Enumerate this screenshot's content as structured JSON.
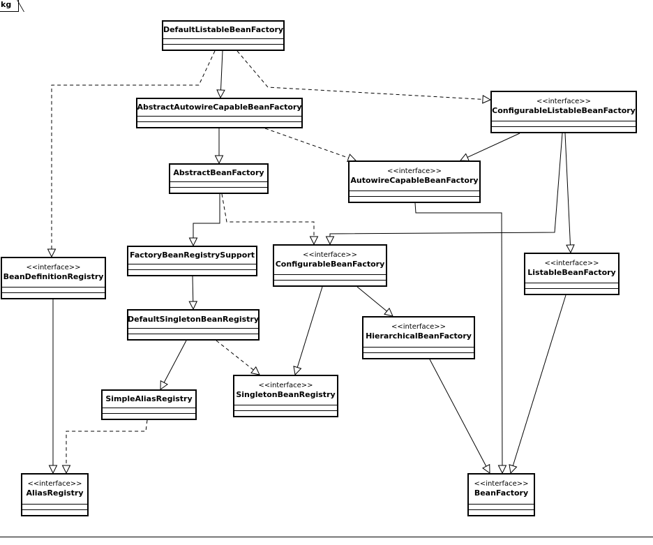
{
  "package": {
    "label": "kg"
  },
  "stereotype": "<<interface>>",
  "classes": {
    "dlbf": {
      "name": "DefaultListableBeanFactory",
      "interface": false
    },
    "aacbf": {
      "name": "AbstractAutowireCapableBeanFactory",
      "interface": false
    },
    "clbf": {
      "name": "ConfigurableListableBeanFactory",
      "interface": true
    },
    "abf": {
      "name": "AbstractBeanFactory",
      "interface": false
    },
    "acbf": {
      "name": "AutowireCapableBeanFactory",
      "interface": true
    },
    "fbrs": {
      "name": "FactoryBeanRegistrySupport",
      "interface": false
    },
    "cbf": {
      "name": "ConfigurableBeanFactory",
      "interface": true
    },
    "bdr": {
      "name": "BeanDefinitionRegistry",
      "interface": true
    },
    "lbf": {
      "name": "ListableBeanFactory",
      "interface": true
    },
    "dsbr": {
      "name": "DefaultSingletonBeanRegistry",
      "interface": false
    },
    "hbf": {
      "name": "HierarchicalBeanFactory",
      "interface": true
    },
    "sar": {
      "name": "SimpleAliasRegistry",
      "interface": false
    },
    "sbr": {
      "name": "SingletonBeanRegistry",
      "interface": true
    },
    "ar": {
      "name": "AliasRegistry",
      "interface": true
    },
    "bf": {
      "name": "BeanFactory",
      "interface": true
    }
  },
  "relations": [
    {
      "from": "dlbf",
      "to": "aacbf",
      "kind": "extends"
    },
    {
      "from": "dlbf",
      "to": "bdr",
      "kind": "implements"
    },
    {
      "from": "dlbf",
      "to": "clbf",
      "kind": "implements"
    },
    {
      "from": "aacbf",
      "to": "abf",
      "kind": "extends"
    },
    {
      "from": "aacbf",
      "to": "acbf",
      "kind": "implements"
    },
    {
      "from": "clbf",
      "to": "acbf",
      "kind": "extends"
    },
    {
      "from": "clbf",
      "to": "cbf",
      "kind": "extends"
    },
    {
      "from": "clbf",
      "to": "lbf",
      "kind": "extends"
    },
    {
      "from": "abf",
      "to": "fbrs",
      "kind": "extends"
    },
    {
      "from": "abf",
      "to": "cbf",
      "kind": "implements"
    },
    {
      "from": "fbrs",
      "to": "dsbr",
      "kind": "extends"
    },
    {
      "from": "dsbr",
      "to": "sar",
      "kind": "extends"
    },
    {
      "from": "dsbr",
      "to": "sbr",
      "kind": "implements"
    },
    {
      "from": "cbf",
      "to": "sbr",
      "kind": "extends"
    },
    {
      "from": "cbf",
      "to": "hbf",
      "kind": "extends"
    },
    {
      "from": "sar",
      "to": "ar",
      "kind": "implements"
    },
    {
      "from": "bdr",
      "to": "ar",
      "kind": "extends"
    },
    {
      "from": "acbf",
      "to": "bf",
      "kind": "extends"
    },
    {
      "from": "hbf",
      "to": "bf",
      "kind": "extends"
    },
    {
      "from": "lbf",
      "to": "bf",
      "kind": "extends"
    }
  ]
}
